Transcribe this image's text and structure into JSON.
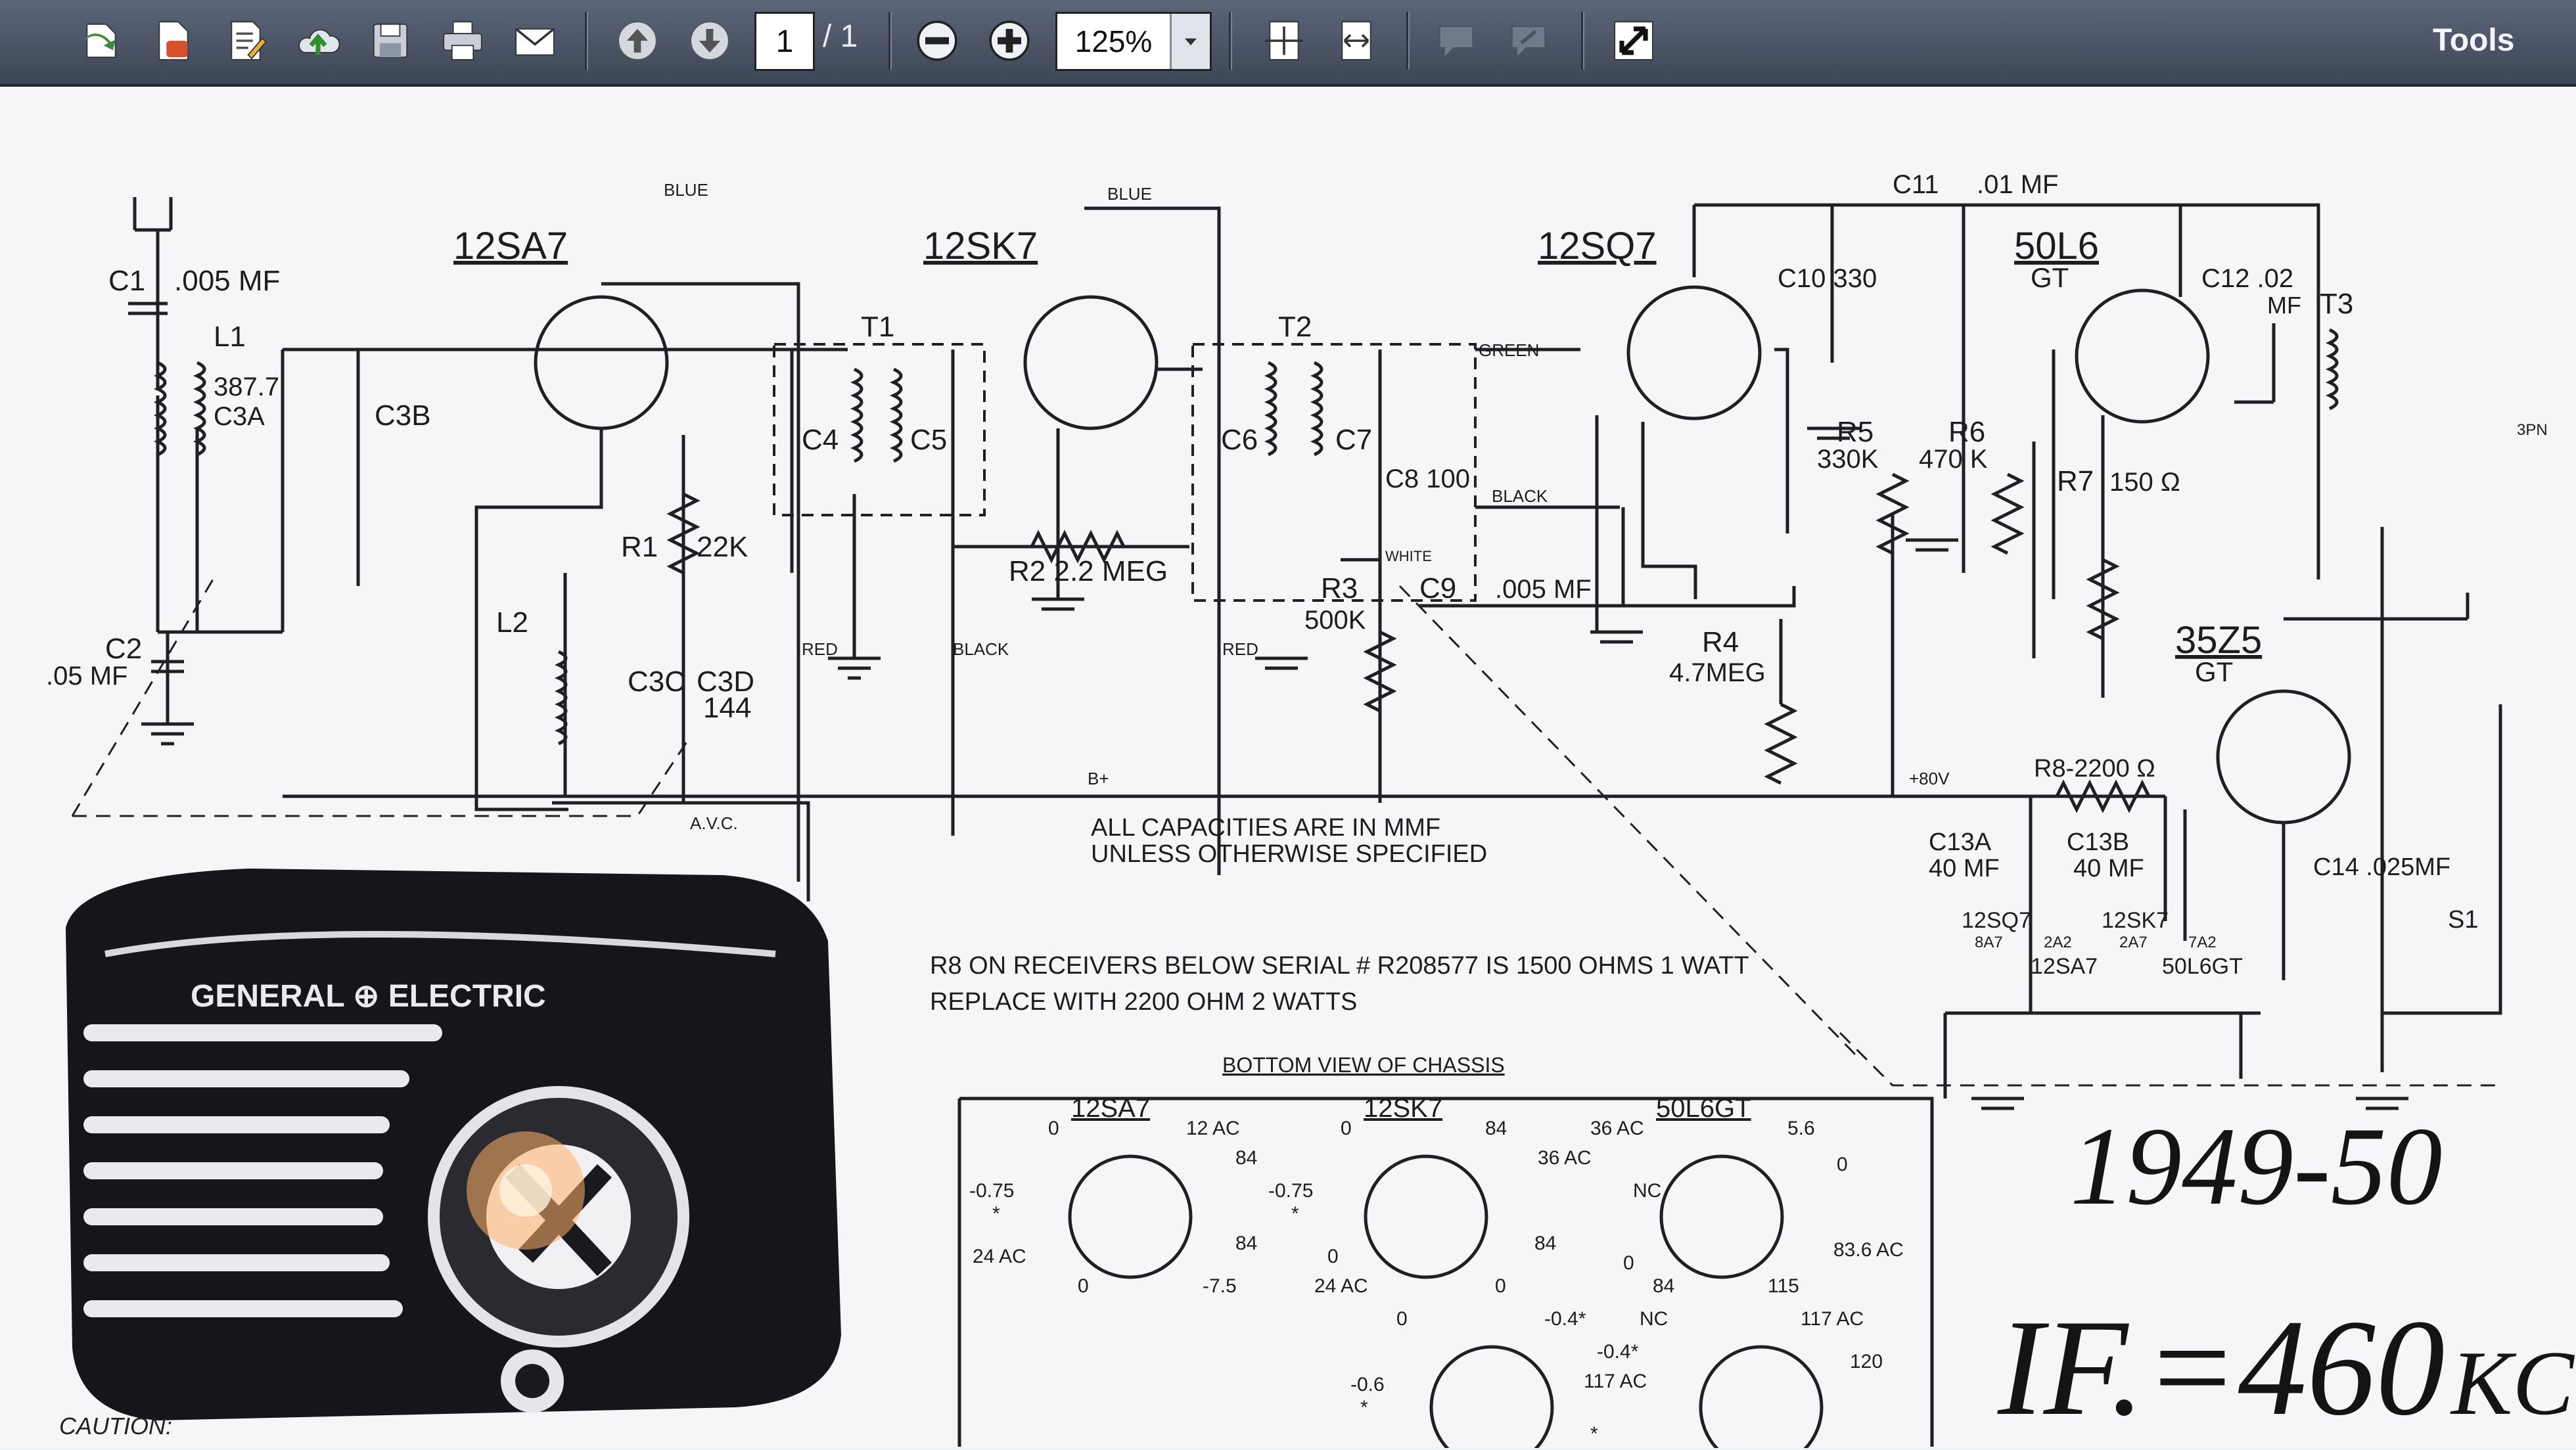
{
  "toolbar": {
    "page_current": "1",
    "page_total": "/ 1",
    "zoom": "125%",
    "tools_label": "Tools",
    "icons": [
      "open-icon",
      "convert-icon",
      "edit-icon",
      "upload-cloud-icon",
      "save-icon",
      "print-icon",
      "email-icon",
      "prev-page-icon",
      "next-page-icon",
      "zoom-out-icon",
      "zoom-in-icon",
      "fit-page-icon",
      "fit-width-icon",
      "comment-icon",
      "markup-icon",
      "fullscreen-icon"
    ]
  },
  "schematic": {
    "tubes": [
      "12SA7",
      "12SK7",
      "12SQ7",
      "50L6",
      "GT",
      "35Z5",
      "GT"
    ],
    "components": {
      "c1": "C1",
      "c1_val": ".005 MF",
      "l1": "L1",
      "c3a_val": "387.7",
      "c3a": "C3A",
      "c3b": "C3B",
      "c2": "C2",
      "c2_val": ".05 MF",
      "t1": "T1",
      "c4": "C4",
      "c5": "C5",
      "t2": "T2",
      "c6": "C6",
      "c7": "C7",
      "c8": "C8 100",
      "r1": "R1",
      "r1_val": "22K",
      "l2": "L2",
      "c3c": "C3C",
      "c3d": "C3D",
      "c3d_val": "144",
      "r2": "R2  2.2 MEG",
      "r3": "R3",
      "r3_val": "500K",
      "c9": "C9",
      "c9_val": ".005 MF",
      "r4": "R4",
      "r4_val": "4.7MEG",
      "c10": "C10 330",
      "c11": "C11",
      "c11_val": ".01 MF",
      "r5": "R5",
      "r5_val": "330K",
      "r6": "R6",
      "r6_val": "470 K",
      "c12": "C12 .02",
      "c12_mf": "MF",
      "t3": "T3",
      "r7": "R7",
      "r7_val": "150 Ω",
      "r8": "R8-2200 Ω",
      "c13a": "C13A",
      "c13a_val": "40 MF",
      "c13b": "C13B",
      "c13b_val": "40 MF",
      "c14": "C14 .025MF",
      "s1": "S1",
      "spk": "3PN"
    },
    "wires": {
      "blue1": "BLUE",
      "blue2": "BLUE",
      "green": "GREEN",
      "black1": "BLACK",
      "white": "WHITE",
      "red1": "RED",
      "black2": "BLACK",
      "red2": "RED",
      "bplus": "B+",
      "avc": "A.V.C.",
      "v80": "+80V"
    },
    "heater_string": {
      "top": [
        "12SQ7",
        "12SK7"
      ],
      "top_pins": [
        "8A7",
        "2A2",
        "2A7",
        "7A2"
      ],
      "bottom": [
        "12SA7",
        "50L6GT"
      ]
    },
    "notes": {
      "capacities_1": "ALL CAPACITIES ARE IN MMF",
      "capacities_2": "UNLESS OTHERWISE SPECIFIED",
      "r8_note_1": "R8 ON RECEIVERS BELOW SERIAL  #  R208577  IS  1500  OHMS  1  WATT",
      "r8_note_2": "REPLACE WITH 2200 OHM 2 WATTS",
      "bottom_view": "BOTTOM VIEW OF CHASSIS"
    },
    "sockets": [
      {
        "name": "12SA7",
        "labels": [
          "0",
          "12 AC",
          "84",
          "-0.75",
          "*",
          "24 AC",
          "0",
          "84",
          "-7.5"
        ]
      },
      {
        "name": "12SK7",
        "labels": [
          "0",
          "84",
          "36 AC",
          "-0.75",
          "*",
          "0",
          "84",
          "24 AC",
          "0"
        ]
      },
      {
        "name": "50L6GT",
        "labels": [
          "36 AC",
          "5.6",
          "NC",
          "0",
          "0",
          "83.6 AC",
          "84",
          "115"
        ]
      },
      {
        "name": "",
        "labels": [
          "0",
          "-0.4*",
          "-0.6",
          "*",
          "*"
        ]
      },
      {
        "name": "",
        "labels": [
          "NC",
          "117 AC",
          "-0.4*",
          "117 AC",
          "120"
        ]
      }
    ],
    "handwritten": {
      "year": "1949-50",
      "if_label": "IF.=460",
      "if_unit": "KC"
    },
    "radio": {
      "brand": "GENERAL ⊕ ELECTRIC",
      "caution": "CAUTION:"
    }
  }
}
